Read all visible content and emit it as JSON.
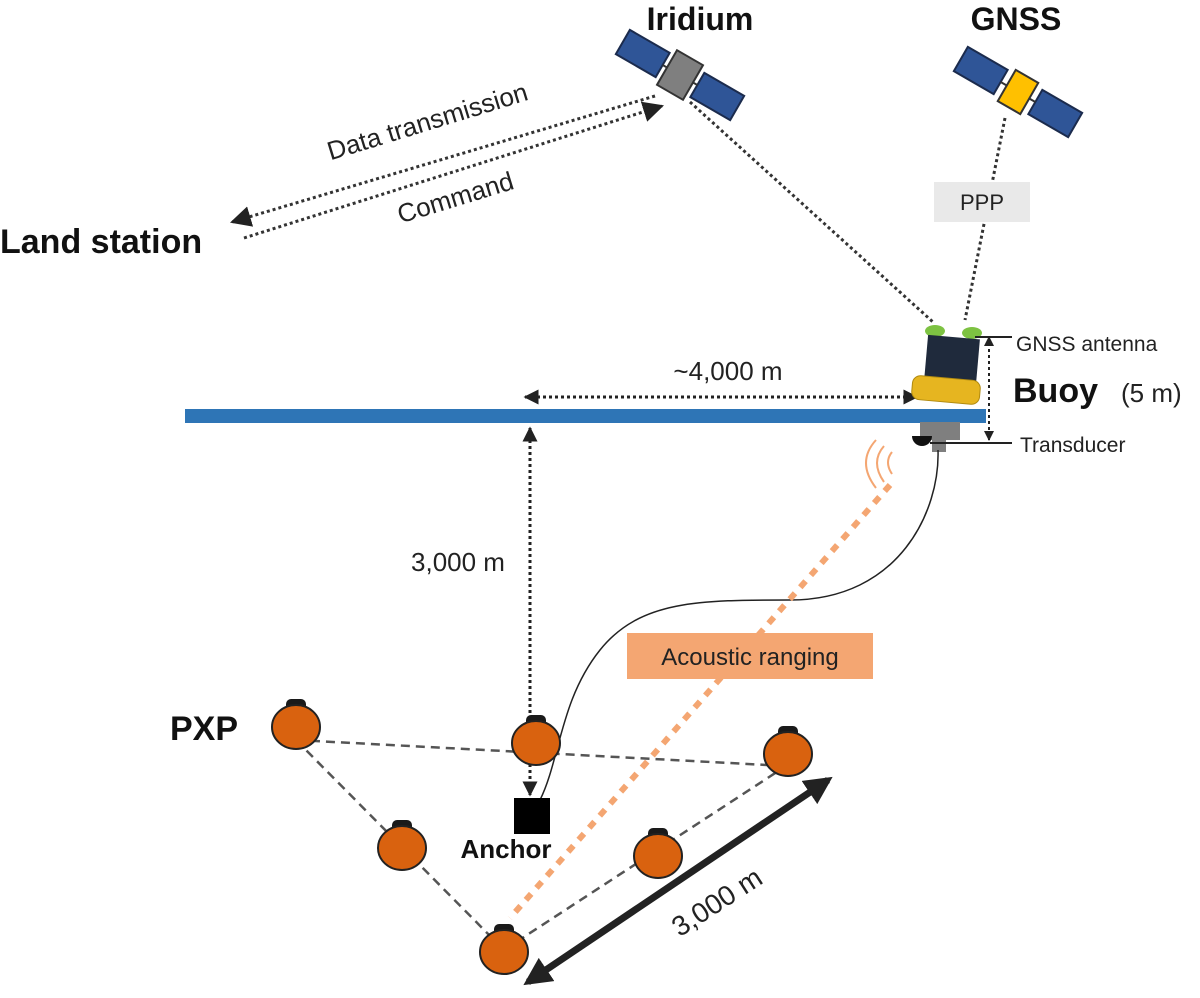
{
  "labels": {
    "iridium": "Iridium",
    "gnss": "GNSS",
    "data_transmission": "Data transmission",
    "command": "Command",
    "land_station": "Land station",
    "ppp": "PPP",
    "gnss_antenna": "GNSS antenna",
    "buoy": "Buoy",
    "buoy_size": "(5 m)",
    "transducer": "Transducer",
    "horizontal_distance": "~4,000 m",
    "depth": "3,000 m",
    "acoustic_ranging": "Acoustic ranging",
    "pxp": "PXP",
    "anchor": "Anchor",
    "array_size": "3,000 m"
  },
  "colors": {
    "sea_surface": "#2e75b6",
    "satellite_panel": "#2f5597",
    "iridium_body": "#7f7f7f",
    "gnss_body": "#ffc000",
    "buoy_hull": "#1f2a3c",
    "buoy_float": "#e6b520",
    "antenna": "#7dc242",
    "pxp_body": "#d9620f",
    "acoustic": "#f4a672",
    "ppp_box": "#e9e9e9"
  }
}
